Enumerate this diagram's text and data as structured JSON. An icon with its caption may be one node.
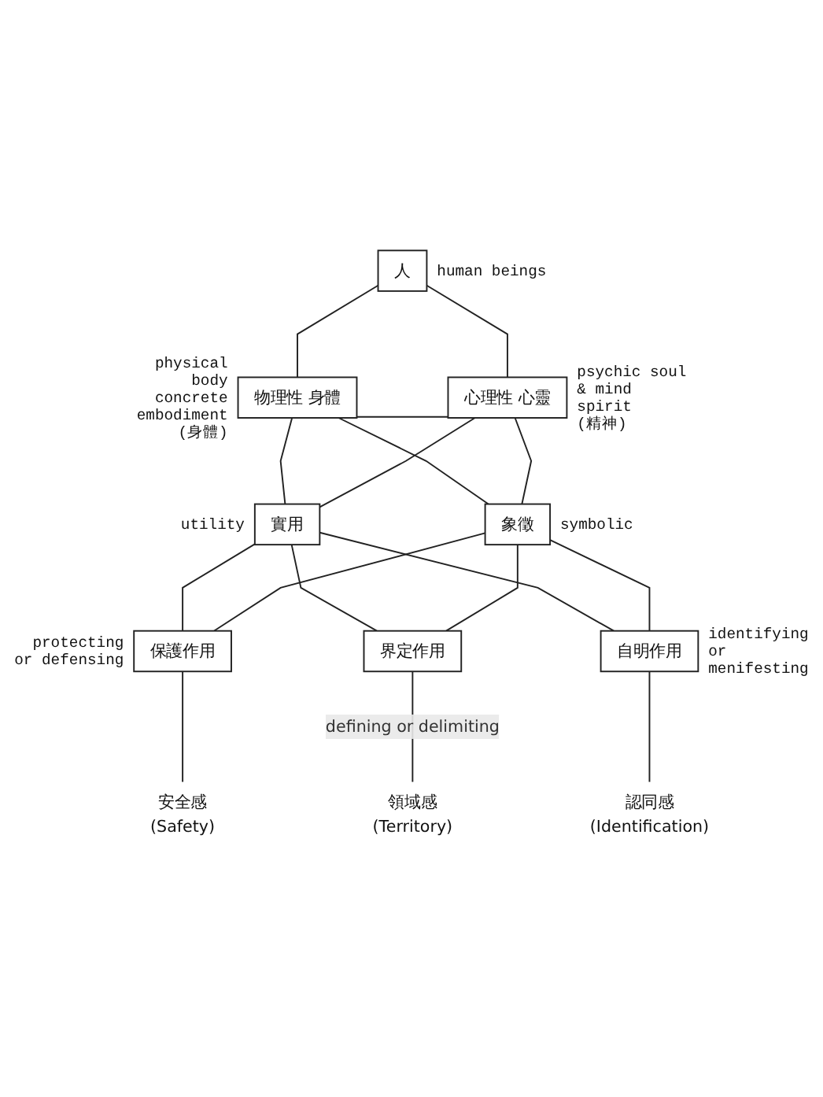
{
  "diagram": {
    "nodes": [
      {
        "text": [
          "人"
        ],
        "beside": [
          "human beings"
        ]
      },
      {
        "text": [
          "物理性 身體"
        ],
        "beside": [
          "physical body concrete embodiment",
          "(身體)"
        ]
      },
      {
        "text": [
          "心理性 心靈"
        ],
        "beside": [
          "psychic soul & mind spirit",
          "(精神)"
        ]
      },
      {
        "text": [
          "實用"
        ],
        "beside": [
          "utility"
        ]
      },
      {
        "text": [
          "象徵"
        ],
        "beside": [
          "symbolic"
        ]
      },
      {
        "text": [
          "保護作用"
        ],
        "beside": [
          "protecting or defensing"
        ]
      },
      {
        "text": [
          "界定作用"
        ]
      },
      {
        "text": [
          "自明作用"
        ],
        "beside": [
          "identifying or menifesting"
        ]
      },
      {
        "text": [
          "安全感",
          "(Safety)"
        ]
      },
      {
        "text": [
          "領域感",
          "(Territory)"
        ]
      },
      {
        "text": [
          "認同感",
          "(Identification)"
        ]
      }
    ],
    "edges": [
      {
        "from": 0,
        "to": 1,
        "arrow": "none"
      },
      {
        "from": 0,
        "to": 2,
        "arrow": "none"
      },
      {
        "from": 1,
        "to": 2,
        "arrow": "none"
      },
      {
        "from": 1,
        "to": 3,
        "arrow": "none"
      },
      {
        "from": 1,
        "to": 4,
        "arrow": "none"
      },
      {
        "from": 2,
        "to": 3,
        "arrow": "none"
      },
      {
        "from": 2,
        "to": 4,
        "arrow": "none"
      },
      {
        "from": 3,
        "to": 5,
        "arrow": "none"
      },
      {
        "from": 3,
        "to": 6,
        "arrow": "none"
      },
      {
        "from": 3,
        "to": 7,
        "arrow": "none"
      },
      {
        "from": 4,
        "to": 5,
        "arrow": "none"
      },
      {
        "from": 4,
        "to": 6,
        "arrow": "none"
      },
      {
        "from": 4,
        "to": 7,
        "arrow": "none"
      },
      {
        "from": 5,
        "to": 8,
        "arrow": "none"
      },
      {
        "from": 6,
        "to": 9,
        "label": "defining or delimiting",
        "arrow": "none"
      },
      {
        "from": 7,
        "to": 10,
        "arrow": "none"
      }
    ]
  }
}
